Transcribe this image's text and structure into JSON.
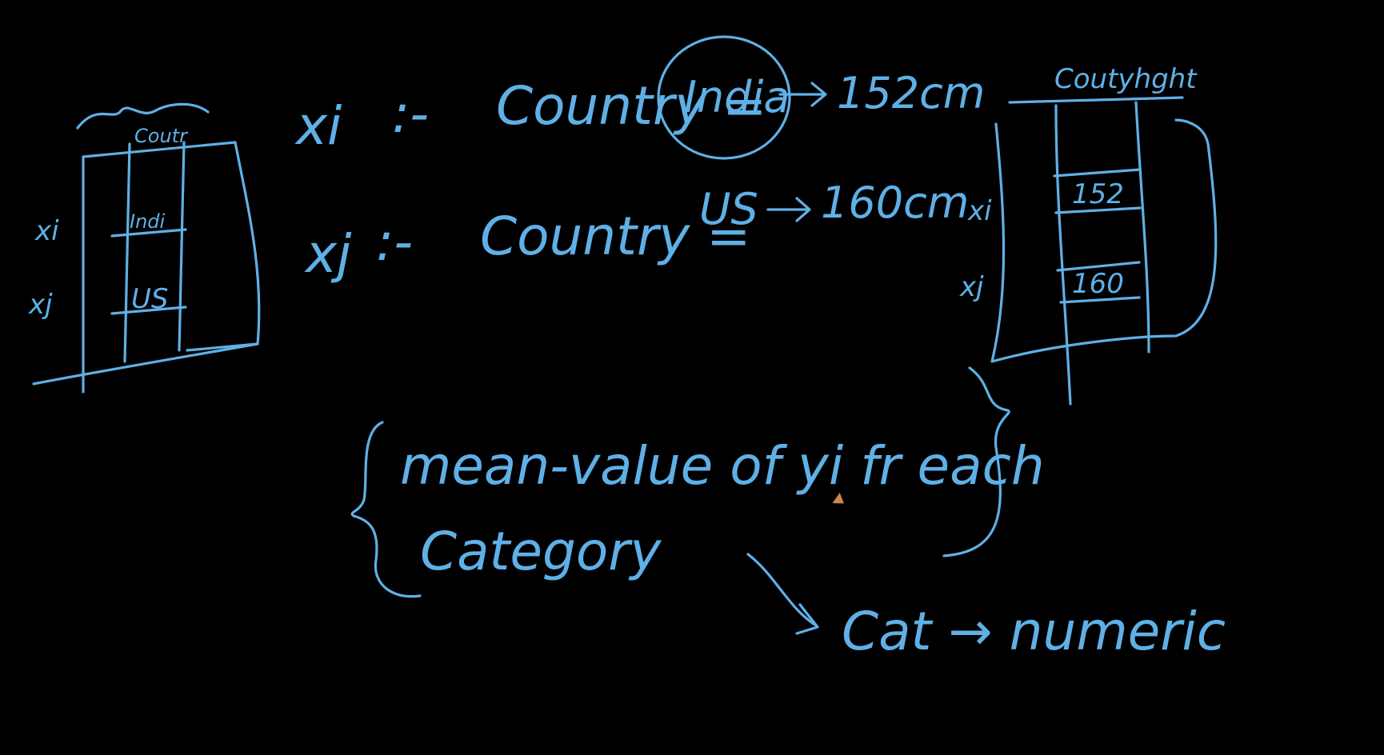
{
  "board": {
    "background": "#000000",
    "ink_color": "#5fb0e6",
    "cursor_icon": "pen-cursor-icon"
  },
  "left_table": {
    "header": "Coutr",
    "row_i_label": "xi",
    "row_j_label": "xj",
    "cell_i": "Indi",
    "cell_j": "US"
  },
  "lines": {
    "xi_var": "xi",
    "xi_sep": ":-",
    "xi_text": "Country =",
    "xi_value": "India",
    "xi_result": "152cm",
    "xj_var": "xj",
    "xj_sep": ":-",
    "xj_text": "Country =",
    "xj_value": "US",
    "xj_result": "160cm"
  },
  "right_table": {
    "header": "Coutyhght",
    "row_i_label": "xi",
    "row_j_label": "xj",
    "cell_i": "152",
    "cell_j": "160"
  },
  "note": {
    "line1": "mean-value of yi fr each",
    "line2": "Category",
    "conclusion": "Cat → numeric"
  }
}
